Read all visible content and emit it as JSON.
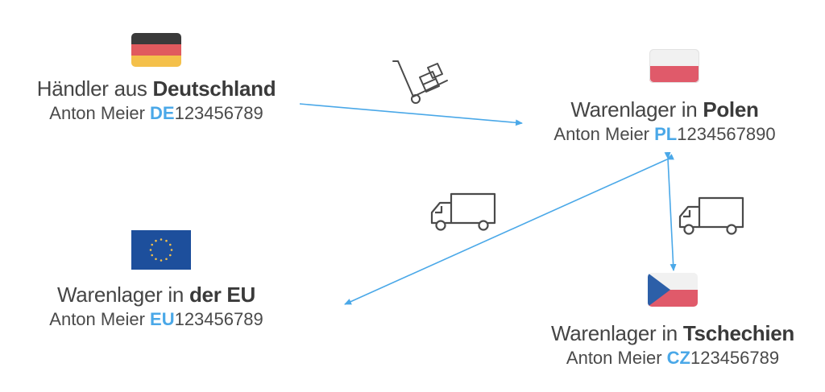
{
  "nodes": {
    "de": {
      "title_prefix": "Händler aus ",
      "title_bold": "Deutschland",
      "name": "Anton Meier ",
      "vat_prefix": "DE",
      "vat_number": "123456789"
    },
    "pl": {
      "title_prefix": "Warenlager in ",
      "title_bold": "Polen",
      "name": "Anton Meier ",
      "vat_prefix": "PL",
      "vat_number": "1234567890"
    },
    "eu": {
      "title_prefix": "Warenlager in ",
      "title_bold": "der EU",
      "name": "Anton Meier ",
      "vat_prefix": "EU",
      "vat_number": "123456789"
    },
    "cz": {
      "title_prefix": "Warenlager in ",
      "title_bold": "Tschechien",
      "name": "Anton Meier ",
      "vat_prefix": "CZ",
      "vat_number": "123456789"
    }
  },
  "icons": {
    "dolly": "hand-truck-icon",
    "truck": "delivery-truck-icon"
  },
  "colors": {
    "arrow": "#4aa8e8",
    "vat_prefix": "#4aa8e8",
    "icon_stroke": "#4a4a4a"
  }
}
